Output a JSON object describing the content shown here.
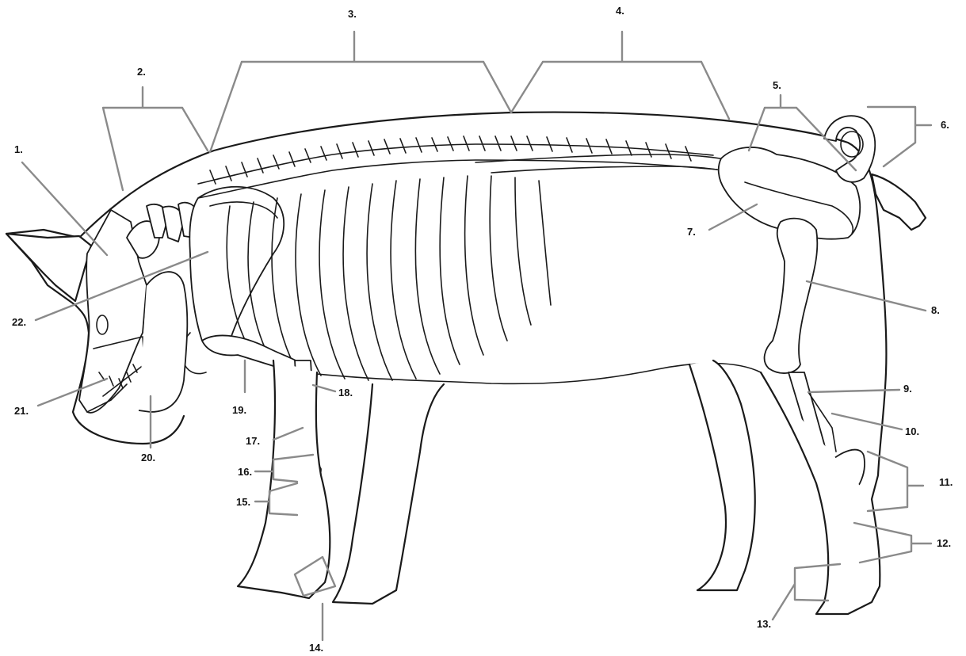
{
  "diagram": {
    "labels": [
      {
        "id": "1",
        "text": "1."
      },
      {
        "id": "2",
        "text": "2."
      },
      {
        "id": "3",
        "text": "3."
      },
      {
        "id": "4",
        "text": "4."
      },
      {
        "id": "5",
        "text": "5."
      },
      {
        "id": "6",
        "text": "6."
      },
      {
        "id": "7",
        "text": "7."
      },
      {
        "id": "8",
        "text": "8."
      },
      {
        "id": "9",
        "text": "9."
      },
      {
        "id": "10",
        "text": "10."
      },
      {
        "id": "11",
        "text": "11."
      },
      {
        "id": "12",
        "text": "12."
      },
      {
        "id": "13",
        "text": "13."
      },
      {
        "id": "14",
        "text": "14."
      },
      {
        "id": "15",
        "text": "15."
      },
      {
        "id": "16",
        "text": "16."
      },
      {
        "id": "17",
        "text": "17."
      },
      {
        "id": "18",
        "text": "18."
      },
      {
        "id": "19",
        "text": "19."
      },
      {
        "id": "20",
        "text": "20."
      },
      {
        "id": "21",
        "text": "21."
      },
      {
        "id": "22",
        "text": "22."
      }
    ],
    "colors": {
      "outline": "#1a1a1a",
      "leader": "#8a8a8a",
      "background": "#ffffff"
    }
  }
}
